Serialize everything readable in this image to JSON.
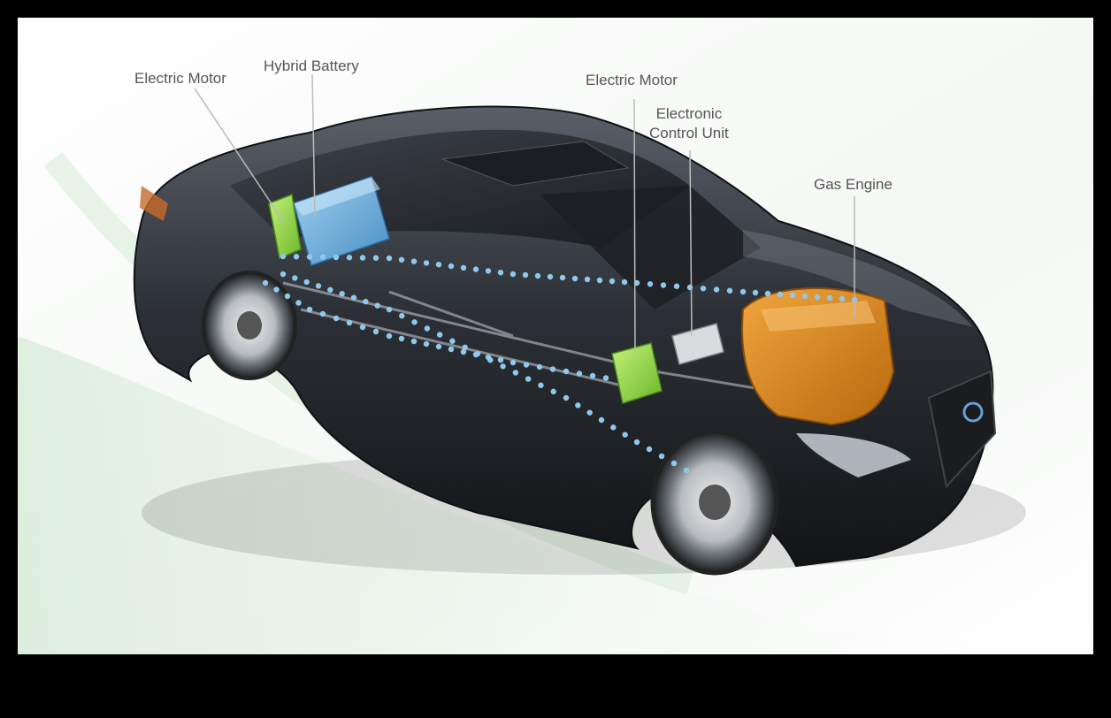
{
  "labels": {
    "electric_motor_rear": "Electric Motor",
    "hybrid_battery": "Hybrid Battery",
    "electric_motor_front": "Electric Motor",
    "ecu_line1": "Electronic",
    "ecu_line2": "Control Unit",
    "gas_engine": "Gas Engine"
  },
  "colors": {
    "battery": "#6ab0e0",
    "motor": "#9be04a",
    "engine": "#e08c1a",
    "power_flow": "#8ec8ec",
    "leader_line": "#bbbbbb",
    "car_body": "#2a2e33"
  },
  "icons": [
    "car-cutaway-illustration",
    "power-flow-dots"
  ]
}
